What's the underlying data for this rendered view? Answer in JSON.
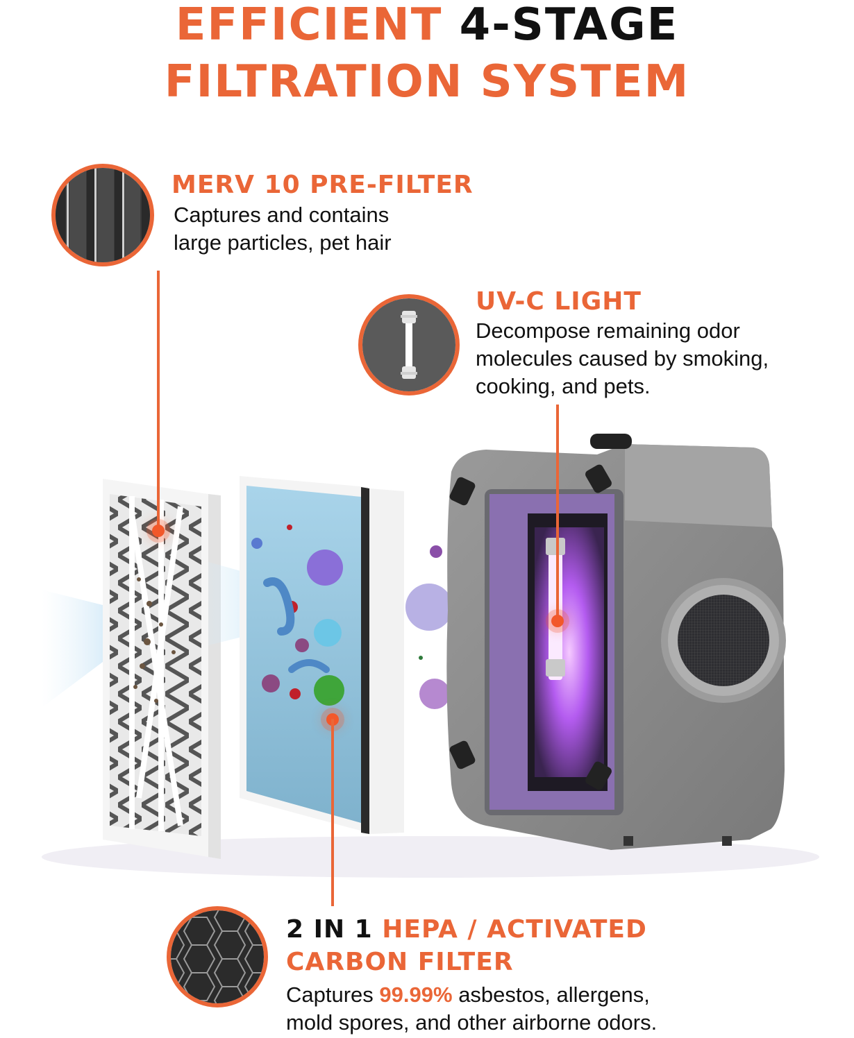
{
  "title": {
    "line1_orange": "EFFICIENT",
    "line1_black": "4-STAGE",
    "line2": "FILTRATION SYSTEM"
  },
  "colors": {
    "accent": "#ea6637",
    "text": "#111111",
    "uv_glow": "#b35cff",
    "hepa_blue": "#8fc3dc",
    "device_gray": "#8a8a8a"
  },
  "callouts": {
    "prefilter": {
      "icon": "pleated-filter-icon",
      "heading": "MERV 10 PRE-FILTER",
      "lines": [
        "Captures and contains",
        "large particles, pet hair"
      ]
    },
    "uvc": {
      "icon": "uv-lamp-icon",
      "heading": "UV-C LIGHT",
      "lines": [
        "Decompose remaining odor",
        "molecules caused by smoking,",
        "cooking, and pets."
      ]
    },
    "hepa": {
      "icon": "honeycomb-carbon-icon",
      "heading_black": "2 IN 1",
      "heading_orange_1": "HEPA / ACTIVATED",
      "heading_orange_2": "CARBON FILTER",
      "body_prefix": "Captures",
      "body_highlight": "99.99%",
      "body_suffix": "asbestos, allergens,",
      "body_line2": "mold spores, and other airborne odors."
    }
  },
  "illustration": {
    "items": [
      "pleated-prefilter",
      "hepa-carbon-filter",
      "air-scrubber-device",
      "airflow-arrows",
      "germ-particles"
    ]
  }
}
